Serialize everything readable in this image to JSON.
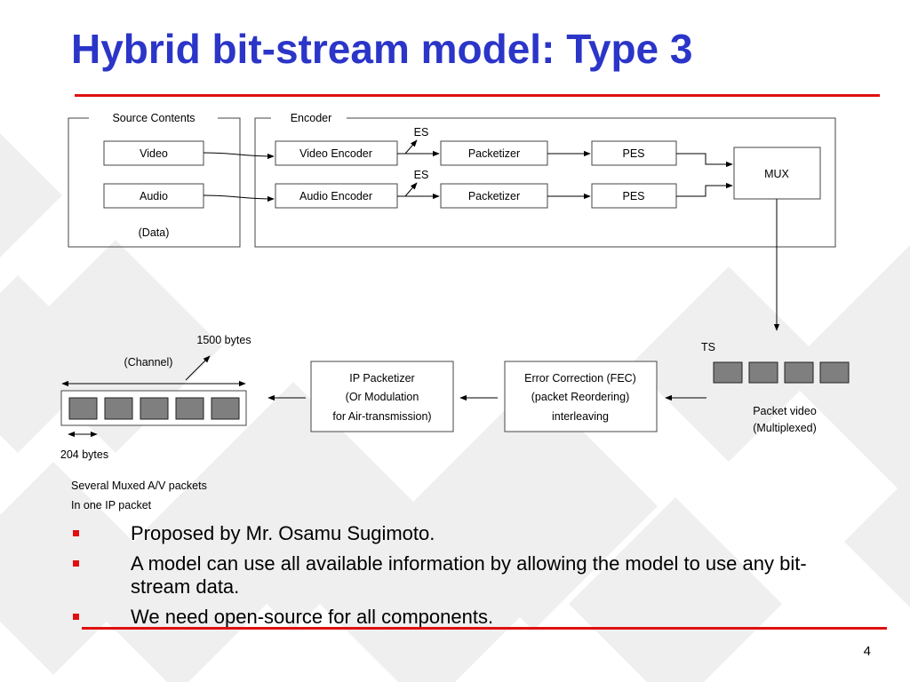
{
  "slide": {
    "title": "Hybrid bit-stream model: Type 3",
    "page_number": "4"
  },
  "colors": {
    "title": "#2b35c8",
    "rule": "#e01010",
    "bullet": "#e01010",
    "packet_fill": "#7f7f7f",
    "watermark": "#efefef"
  },
  "diagram": {
    "source_group_label": "Source Contents",
    "encoder_group_label": "Encoder",
    "video": "Video",
    "audio": "Audio",
    "data_label": "(Data)",
    "video_encoder": "Video Encoder",
    "audio_encoder": "Audio Encoder",
    "packetizer_1": "Packetizer",
    "packetizer_2": "Packetizer",
    "pes_1": "PES",
    "pes_2": "PES",
    "es_1": "ES",
    "es_2": "ES",
    "mux": "MUX",
    "ts": "TS",
    "packet_video_1": "Packet video",
    "packet_video_2": "(Multiplexed)",
    "fec_1": "Error Correction (FEC)",
    "fec_2": "(packet Reordering)",
    "fec_3": "interleaving",
    "ip_1": "IP Packetizer",
    "ip_2": "(Or Modulation",
    "ip_3": "for Air-transmission)",
    "bytes_1500": "1500 bytes",
    "channel": "(Channel)",
    "bytes_204": "204 bytes",
    "note_1": "Several Muxed A/V packets",
    "note_2": "In one IP packet"
  },
  "bullets": [
    "Proposed by Mr. Osamu Sugimoto.",
    "A model can use all available information by allowing the model to use any bit-stream data.",
    "We need open-source for all components."
  ]
}
